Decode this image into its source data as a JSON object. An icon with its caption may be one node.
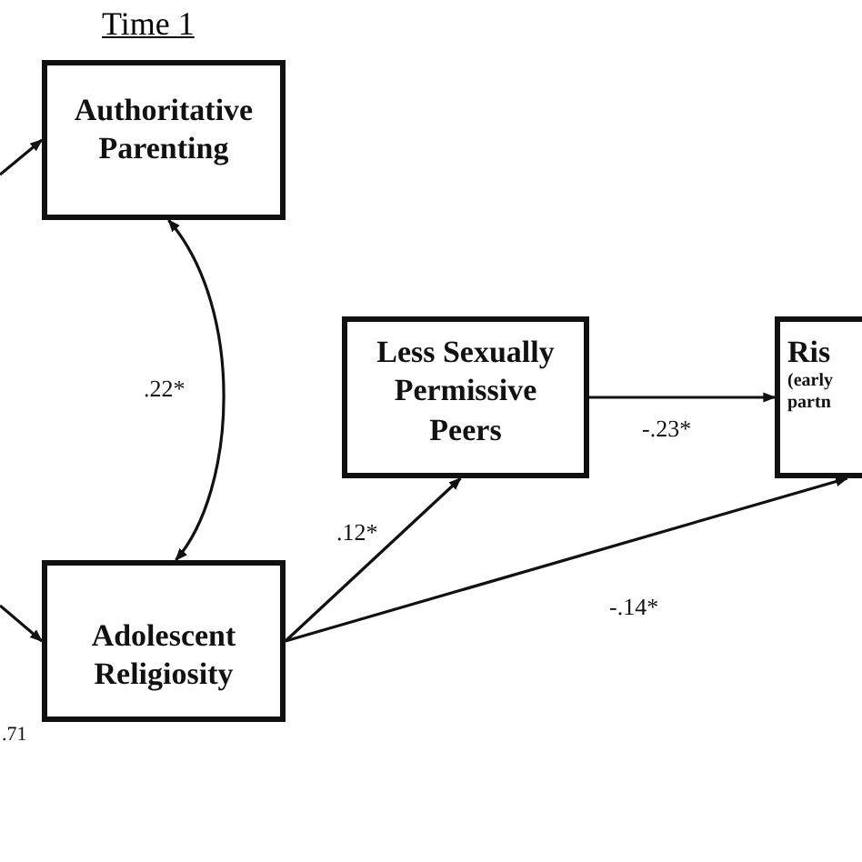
{
  "diagram": {
    "title": "Time 1",
    "nodes": [
      {
        "text": [
          "Authoritative Parenting"
        ]
      },
      {
        "text": [
          "Adolescent Religiosity"
        ]
      },
      {
        "text": [
          "Less Sexually Permissive Peers"
        ]
      },
      {
        "text": [
          "Ris",
          "(early partn"
        ]
      }
    ],
    "edges": [
      {
        "from": null,
        "to": 0,
        "arrow": "to"
      },
      {
        "from": null,
        "to": 1,
        "arrow": "to"
      },
      {
        "from": 0,
        "to": 1,
        "arrow": "both",
        "label": ".22*"
      },
      {
        "from": 1,
        "to": 2,
        "arrow": "to",
        "label": ".12*"
      },
      {
        "from": 2,
        "to": 3,
        "arrow": "to",
        "label": "-.23*"
      },
      {
        "from": 1,
        "to": 3,
        "arrow": "to",
        "label": "-.14*"
      }
    ],
    "labels": [
      ".71"
    ]
  }
}
